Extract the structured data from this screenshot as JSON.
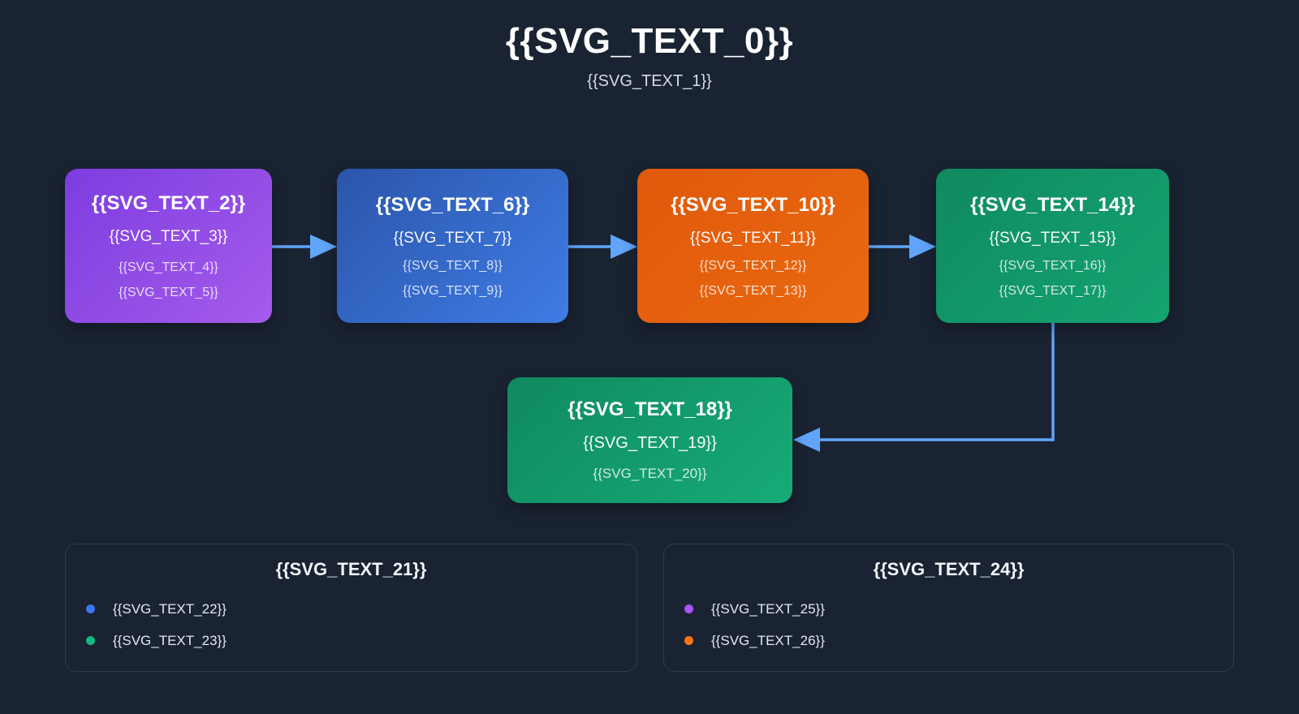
{
  "colors": {
    "background": "#1a2332",
    "arrow": "#60a5fa",
    "panelBorder": "#2e3a4e"
  },
  "header": {
    "title": "{{SVG_TEXT_0}}",
    "subtitle": "{{SVG_TEXT_1}}"
  },
  "nodes": [
    {
      "name": "stage-1",
      "gradient": {
        "from": "#7d3ce0",
        "to": "#a55ceb"
      },
      "title": "{{SVG_TEXT_2}}",
      "line2": "{{SVG_TEXT_3}}",
      "line3": "{{SVG_TEXT_4}}",
      "line4": "{{SVG_TEXT_5}}"
    },
    {
      "name": "stage-2",
      "gradient": {
        "from": "#2b55aa",
        "to": "#3f7ce5"
      },
      "title": "{{SVG_TEXT_6}}",
      "line2": "{{SVG_TEXT_7}}",
      "line3": "{{SVG_TEXT_8}}",
      "line4": "{{SVG_TEXT_9}}"
    },
    {
      "name": "stage-3",
      "gradient": {
        "from": "#e0580c",
        "to": "#ea6a10"
      },
      "title": "{{SVG_TEXT_10}}",
      "line2": "{{SVG_TEXT_11}}",
      "line3": "{{SVG_TEXT_12}}",
      "line4": "{{SVG_TEXT_13}}"
    },
    {
      "name": "stage-4",
      "gradient": {
        "from": "#0f8a5f",
        "to": "#15a471"
      },
      "title": "{{SVG_TEXT_14}}",
      "line2": "{{SVG_TEXT_15}}",
      "line3": "{{SVG_TEXT_16}}",
      "line4": "{{SVG_TEXT_17}}"
    },
    {
      "name": "stage-5",
      "gradient": {
        "from": "#0f8a5f",
        "to": "#17ab77"
      },
      "title": "{{SVG_TEXT_18}}",
      "line2": "{{SVG_TEXT_19}}",
      "line3": "{{SVG_TEXT_20}}"
    }
  ],
  "legend_left": {
    "title": "{{SVG_TEXT_21}}",
    "items": [
      {
        "dot_color": "#3b76f0",
        "label": "{{SVG_TEXT_22}}"
      },
      {
        "dot_color": "#10b981",
        "label": "{{SVG_TEXT_23}}"
      }
    ]
  },
  "legend_right": {
    "title": "{{SVG_TEXT_24}}",
    "items": [
      {
        "dot_color": "#a855f7",
        "label": "{{SVG_TEXT_25}}"
      },
      {
        "dot_color": "#f97316",
        "label": "{{SVG_TEXT_26}}"
      }
    ]
  }
}
